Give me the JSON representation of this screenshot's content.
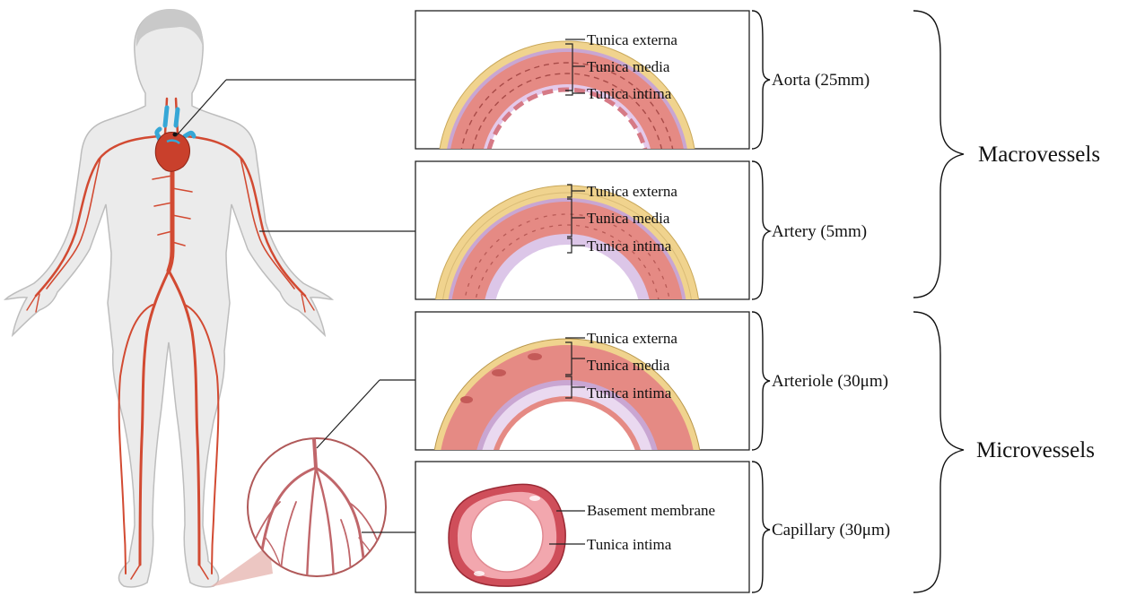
{
  "colors": {
    "skin": "#ebebeb",
    "skin_outline": "#bdbdbd",
    "vessel": "#d24a32",
    "heart": "#c9402c",
    "heart_vein": "#36a7d6",
    "externa": "#f0d38e",
    "media": "#e58a84",
    "intima": "#d6c2e0",
    "capillary_wall": "#cf4e5a"
  },
  "panels": [
    {
      "id": "aorta",
      "layers": [
        "Tunica externa",
        "Tunica media",
        "Tunica intima"
      ],
      "name": "Aorta (25mm)"
    },
    {
      "id": "artery",
      "layers": [
        "Tunica externa",
        "Tunica media",
        "Tunica intima"
      ],
      "name": "Artery (5mm)"
    },
    {
      "id": "arteriole",
      "layers": [
        "Tunica externa",
        "Tunica media",
        "Tunica intima"
      ],
      "name": "Arteriole (30μm)"
    },
    {
      "id": "capillary",
      "layers": [
        "Basement membrane",
        "Tunica intima"
      ],
      "name": "Capillary (30μm)"
    }
  ],
  "groups": {
    "macro": "Macrovessels",
    "micro": "Microvessels"
  }
}
